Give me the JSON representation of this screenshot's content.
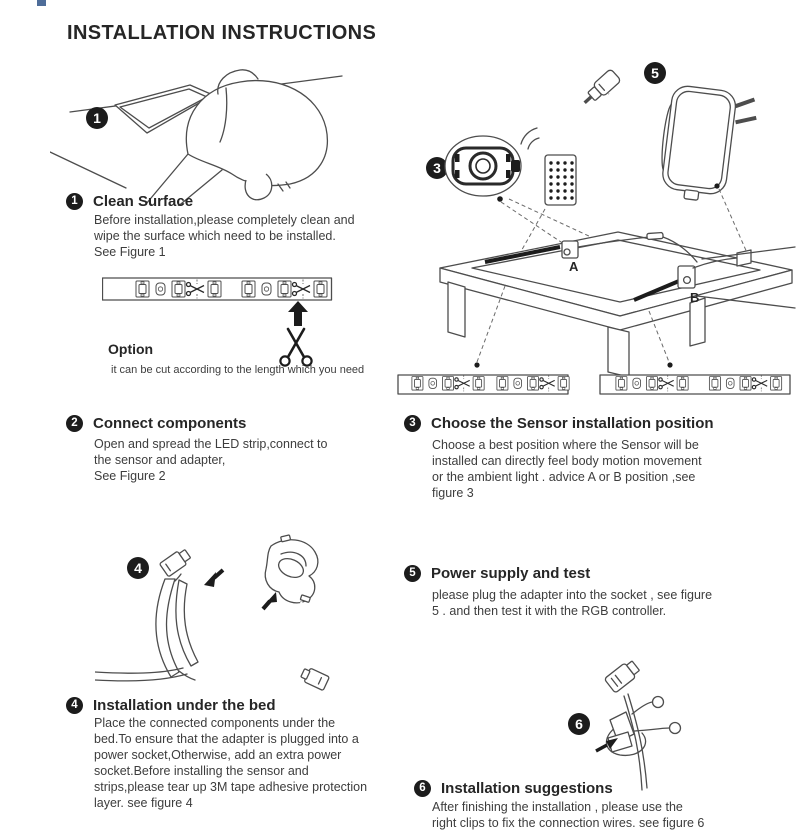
{
  "page": {
    "title": "INSTALLATION INSTRUCTIONS"
  },
  "colors": {
    "corner_mark": "#4e6d99",
    "ink": "#1c1c1c",
    "line_art": "#4d4d4d"
  },
  "sections": {
    "s1": {
      "num": "1",
      "heading": "Clean Surface",
      "body": "Before installation,please completely clean and\nwipe the surface which need to be installed.\nSee Figure 1"
    },
    "s2": {
      "num": "2",
      "heading": "Connect components",
      "body": "Open and spread the LED strip,connect to\nthe sensor and adapter,\nSee Figure 2"
    },
    "s3": {
      "num": "3",
      "heading": "Choose the Sensor installation position",
      "body": "Choose a best position where the Sensor will be\ninstalled can directly feel body motion movement\nor the ambient light . advice A or B position ,see\nfigure 3"
    },
    "s4": {
      "num": "4",
      "heading": "Installation under the bed",
      "body": "Place the connected components under the\nbed.To ensure that the adapter is plugged into a\npower socket,Otherwise, add an extra power\nsocket.Before installing the sensor and\nstrips,please tear up 3M tape adhesive protection\nlayer. see figure 4"
    },
    "s5": {
      "num": "5",
      "heading": "Power supply and test",
      "body": "please plug the adapter into the socket , see figure\n5 . and then test it with the RGB controller."
    },
    "s6": {
      "num": "6",
      "heading": "Installation suggestions",
      "body": "After finishing the installation , please use the\nright clips to fix the connection wires. see figure 6"
    }
  },
  "option": {
    "heading": "Option",
    "body": "it can be cut according to the length which you need"
  },
  "figure_badges": {
    "fig1": "1",
    "fig3": "3",
    "fig4": "4",
    "fig5": "5",
    "fig6": "6"
  },
  "bed": {
    "label_a": "A",
    "label_b": "B"
  },
  "icons": {
    "scissors": "✂",
    "arrow_up": "↑"
  }
}
